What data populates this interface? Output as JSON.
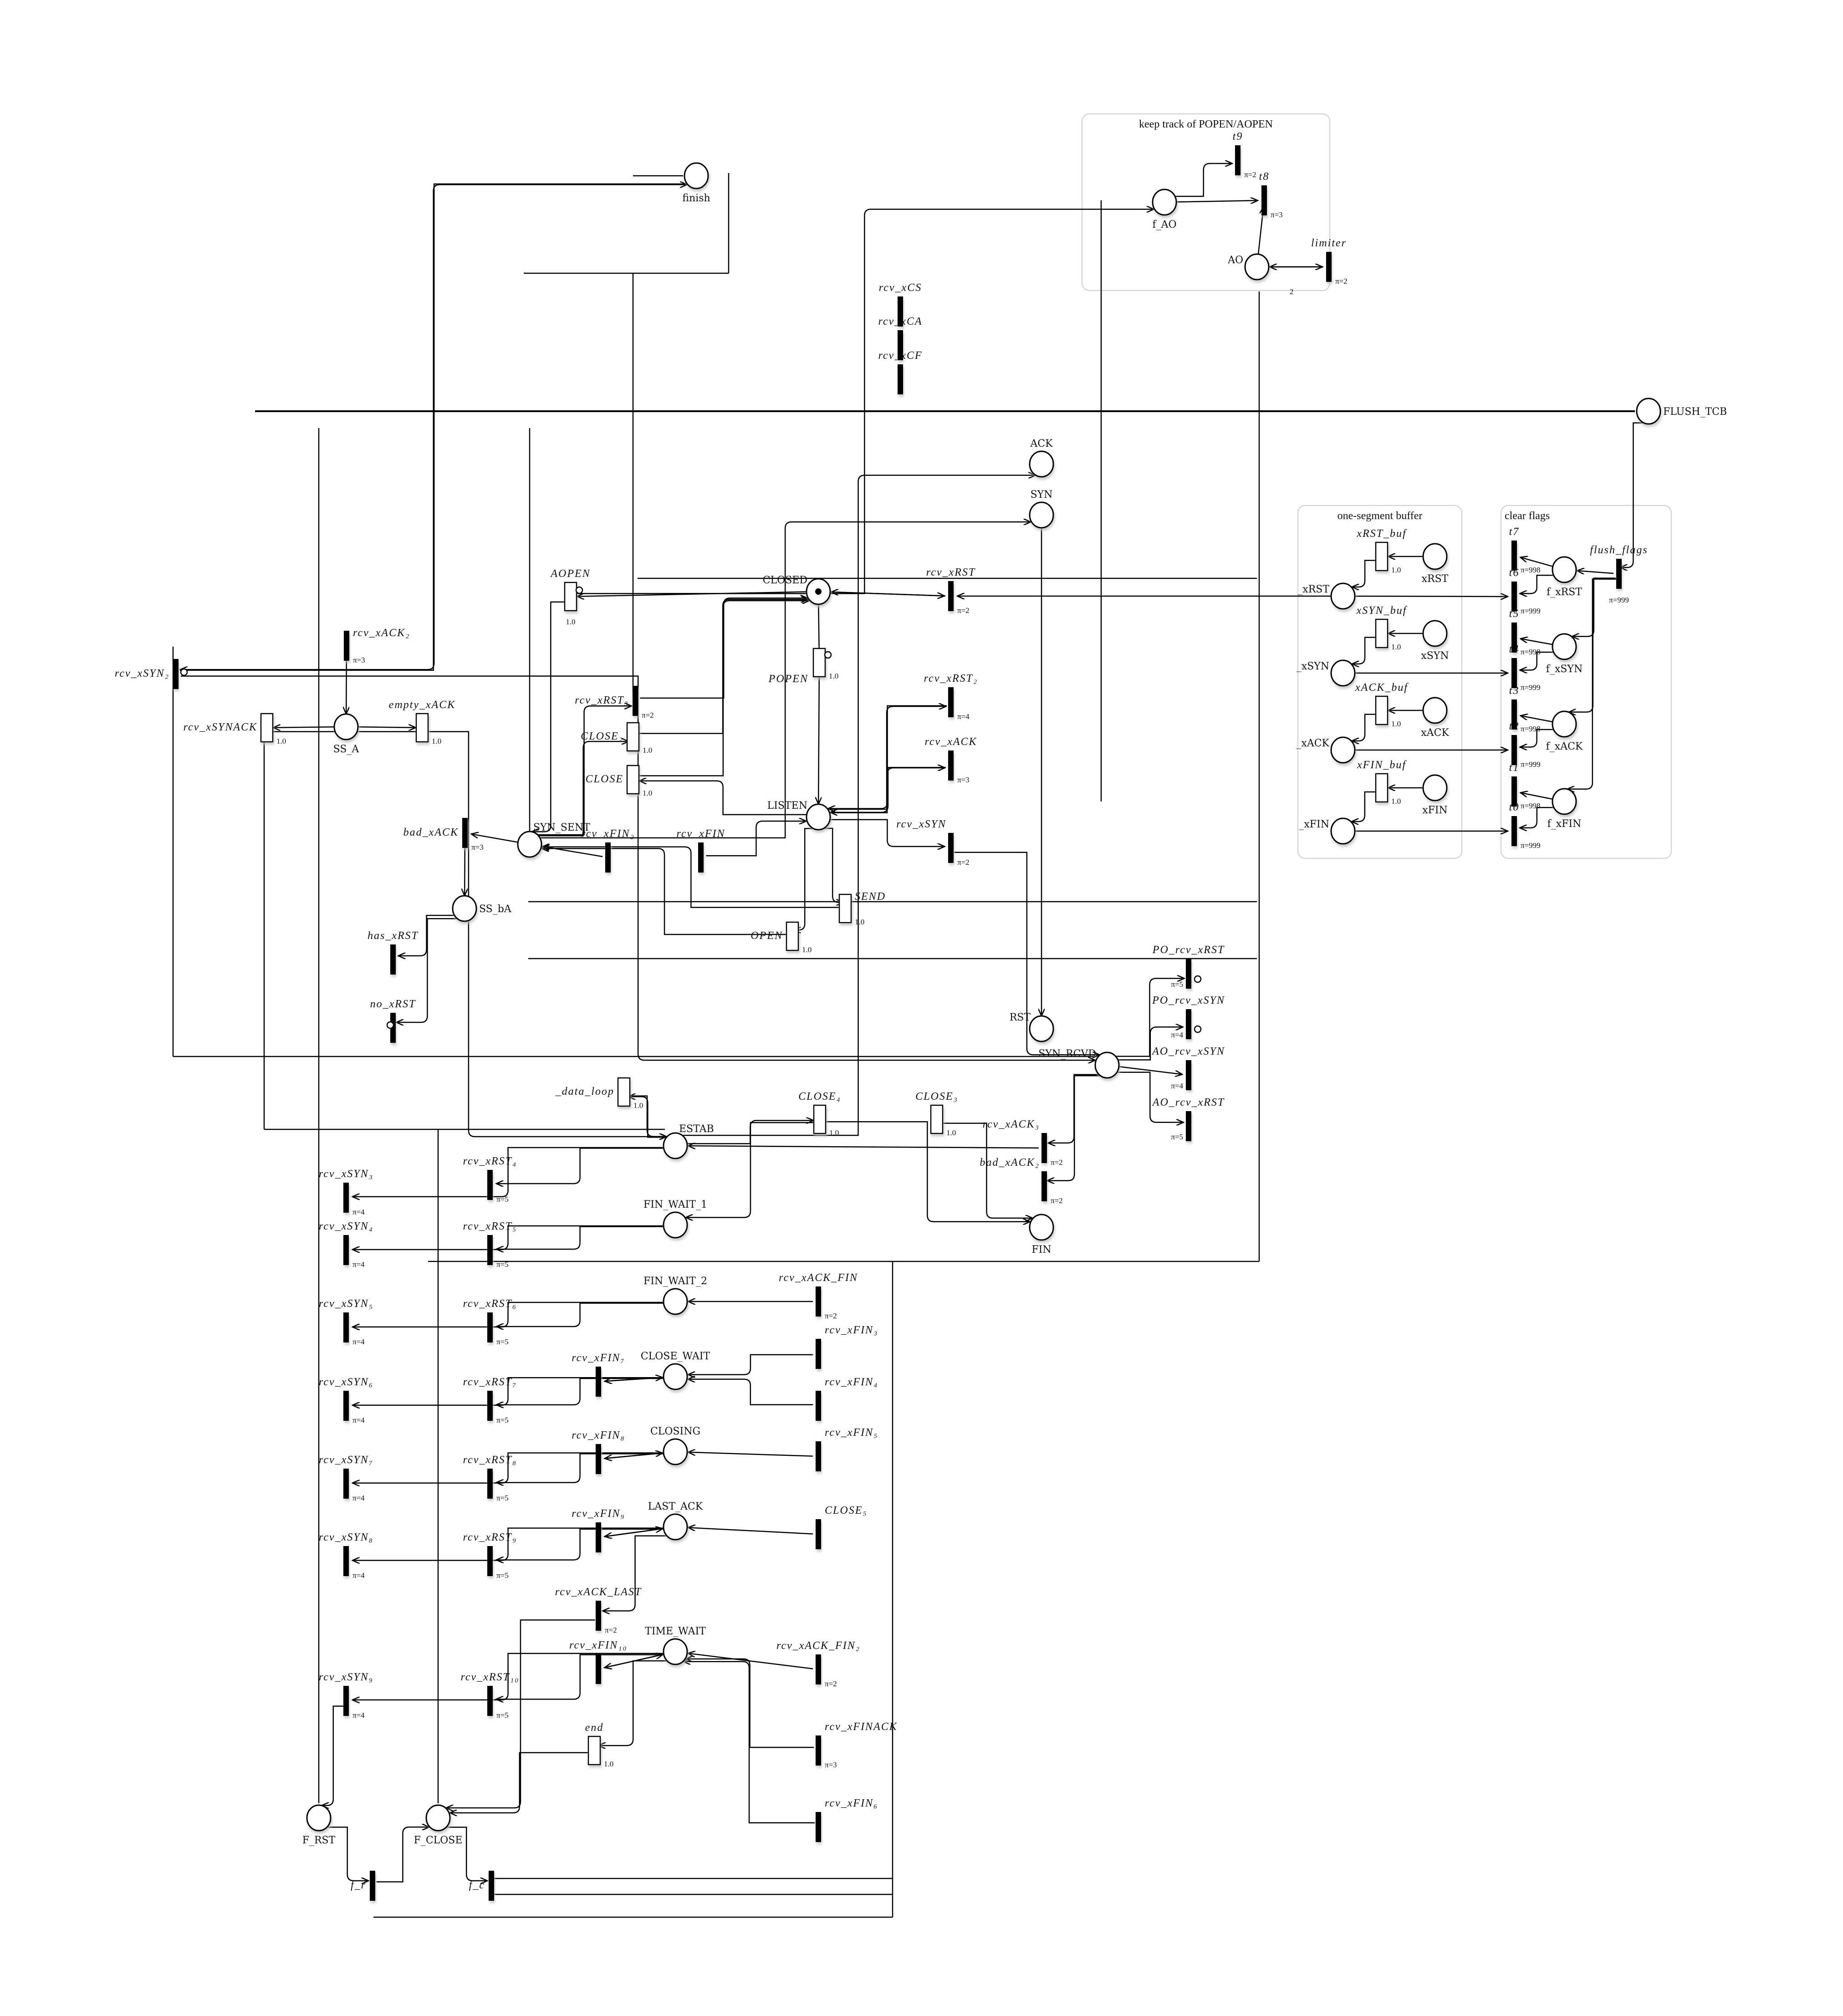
{
  "diagram": {
    "type": "petri-net",
    "subject": "TCP connection state machine",
    "groups": [
      {
        "id": "g_popen",
        "title": "keep track of POPEN/AOPEN"
      },
      {
        "id": "g_buffer",
        "title": "one-segment buffer"
      },
      {
        "id": "g_flags",
        "title": "clear flags"
      }
    ],
    "places": [
      {
        "id": "finish",
        "label": "finish",
        "tokens": 0
      },
      {
        "id": "f_AO",
        "label": "f_AO",
        "tokens": 0
      },
      {
        "id": "AO",
        "label": "AO",
        "tokens": 0
      },
      {
        "id": "FLUSH_TCB",
        "label": "FLUSH_TCB",
        "tokens": 0
      },
      {
        "id": "ACK",
        "label": "ACK",
        "tokens": 0
      },
      {
        "id": "SYN",
        "label": "SYN",
        "tokens": 0
      },
      {
        "id": "CLOSED",
        "label": "CLOSED",
        "tokens": 1
      },
      {
        "id": "LISTEN",
        "label": "LISTEN",
        "tokens": 0
      },
      {
        "id": "SYN_SENT",
        "label": "SYN_SENT",
        "tokens": 0
      },
      {
        "id": "SS_A",
        "label": "SS_A",
        "tokens": 0
      },
      {
        "id": "SS_bA",
        "label": "SS_bA",
        "tokens": 0
      },
      {
        "id": "RST",
        "label": "RST",
        "tokens": 0
      },
      {
        "id": "SYN_RCVD",
        "label": "SYN_RCVD",
        "tokens": 0
      },
      {
        "id": "ESTAB",
        "label": "ESTAB",
        "tokens": 0
      },
      {
        "id": "FIN",
        "label": "FIN",
        "tokens": 0
      },
      {
        "id": "FIN_WAIT_1",
        "label": "FIN_WAIT_1",
        "tokens": 0
      },
      {
        "id": "FIN_WAIT_2",
        "label": "FIN_WAIT_2",
        "tokens": 0
      },
      {
        "id": "CLOSE_WAIT",
        "label": "CLOSE_WAIT",
        "tokens": 0
      },
      {
        "id": "CLOSING",
        "label": "CLOSING",
        "tokens": 0
      },
      {
        "id": "LAST_ACK",
        "label": "LAST_ACK",
        "tokens": 0
      },
      {
        "id": "TIME_WAIT",
        "label": "TIME_WAIT",
        "tokens": 0
      },
      {
        "id": "F_RST",
        "label": "F_RST",
        "tokens": 0
      },
      {
        "id": "F_CLOSE",
        "label": "F_CLOSE",
        "tokens": 0
      },
      {
        "id": "_xRST",
        "label": "_xRST",
        "tokens": 0
      },
      {
        "id": "_xSYN",
        "label": "_xSYN",
        "tokens": 0
      },
      {
        "id": "_xACK",
        "label": "_xACK",
        "tokens": 0
      },
      {
        "id": "_xFIN",
        "label": "_xFIN",
        "tokens": 0
      },
      {
        "id": "xRST",
        "label": "xRST",
        "tokens": 0
      },
      {
        "id": "xSYN",
        "label": "xSYN",
        "tokens": 0
      },
      {
        "id": "xACK",
        "label": "xACK",
        "tokens": 0
      },
      {
        "id": "xFIN",
        "label": "xFIN",
        "tokens": 0
      },
      {
        "id": "f_xRST",
        "label": "f_xRST",
        "tokens": 0
      },
      {
        "id": "f_xSYN",
        "label": "f_xSYN",
        "tokens": 0
      },
      {
        "id": "f_xACK",
        "label": "f_xACK",
        "tokens": 0
      },
      {
        "id": "f_xFIN",
        "label": "f_xFIN",
        "tokens": 0
      }
    ],
    "transitions": [
      {
        "id": "t9",
        "label": "t9",
        "kind": "immediate",
        "priority": "π=2"
      },
      {
        "id": "t8",
        "label": "t8",
        "kind": "immediate",
        "priority": "π=3"
      },
      {
        "id": "limiter",
        "label": "limiter",
        "kind": "immediate",
        "priority": "π=2"
      },
      {
        "id": "rcv_xCS",
        "label": "rcv_xCS",
        "kind": "immediate",
        "priority": ""
      },
      {
        "id": "rcv_xCA",
        "label": "rcv_xCA",
        "kind": "immediate",
        "priority": ""
      },
      {
        "id": "rcv_xCF",
        "label": "rcv_xCF",
        "kind": "immediate",
        "priority": ""
      },
      {
        "id": "AOPEN",
        "label": "AOPEN",
        "kind": "timed",
        "rate": "1.0"
      },
      {
        "id": "POPEN",
        "label": "POPEN",
        "kind": "timed",
        "rate": "1.0"
      },
      {
        "id": "rcv_xRST",
        "label": "rcv_xRST",
        "kind": "immediate",
        "priority": "π=2"
      },
      {
        "id": "rcv_xRST2",
        "label": "rcv_xRST₂",
        "kind": "immediate",
        "priority": "π=4"
      },
      {
        "id": "rcv_xRST3",
        "label": "rcv_xRST₃",
        "kind": "immediate",
        "priority": "π=2"
      },
      {
        "id": "rcv_xACK",
        "label": "rcv_xACK",
        "kind": "immediate",
        "priority": "π=3"
      },
      {
        "id": "rcv_xACK2",
        "label": "rcv_xACK₂",
        "kind": "immediate",
        "priority": "π=3"
      },
      {
        "id": "rcv_xSYN",
        "label": "rcv_xSYN",
        "kind": "immediate",
        "priority": "π=2"
      },
      {
        "id": "rcv_xSYN2",
        "label": "rcv_xSYN₂",
        "kind": "immediate",
        "priority": ""
      },
      {
        "id": "rcv_xSYNACK",
        "label": "rcv_xSYNACK",
        "kind": "timed",
        "rate": "1.0"
      },
      {
        "id": "empty_xACK",
        "label": "empty_xACK",
        "kind": "timed",
        "rate": "1.0"
      },
      {
        "id": "CLOSE2",
        "label": "CLOSE₂",
        "kind": "timed",
        "rate": "1.0"
      },
      {
        "id": "CLOSE",
        "label": "CLOSE",
        "kind": "timed",
        "rate": "1.0"
      },
      {
        "id": "bad_xACK",
        "label": "bad_xACK",
        "kind": "immediate",
        "priority": "π=3"
      },
      {
        "id": "rcv_xFIN2",
        "label": "rcv_xFIN₂",
        "kind": "immediate",
        "priority": ""
      },
      {
        "id": "rcv_xFIN",
        "label": "rcv_xFIN",
        "kind": "immediate",
        "priority": ""
      },
      {
        "id": "SEND",
        "label": "SEND",
        "kind": "timed",
        "rate": "1.0"
      },
      {
        "id": "OPEN",
        "label": "OPEN",
        "kind": "timed",
        "rate": "1.0"
      },
      {
        "id": "has_xRST",
        "label": "has_xRST",
        "kind": "immediate",
        "priority": ""
      },
      {
        "id": "no_xRST",
        "label": "no_xRST",
        "kind": "immediate",
        "priority": ""
      },
      {
        "id": "PO_rcv_xRST",
        "label": "PO_rcv_xRST",
        "kind": "immediate",
        "priority": "π=5"
      },
      {
        "id": "PO_rcv_xSYN",
        "label": "PO_rcv_xSYN",
        "kind": "immediate",
        "priority": "π=4"
      },
      {
        "id": "AO_rcv_xSYN",
        "label": "AO_rcv_xSYN",
        "kind": "immediate",
        "priority": "π=4"
      },
      {
        "id": "AO_rcv_xRST",
        "label": "AO_rcv_xRST",
        "kind": "immediate",
        "priority": "π=5"
      },
      {
        "id": "rcv_xACK3",
        "label": "rcv_xACK₃",
        "kind": "immediate",
        "priority": "π=2"
      },
      {
        "id": "bad_xACK2",
        "label": "bad_xACK₂",
        "kind": "immediate",
        "priority": "π=2"
      },
      {
        "id": "_data_loop",
        "label": "_data_loop",
        "kind": "timed",
        "rate": "1.0"
      },
      {
        "id": "CLOSE4",
        "label": "CLOSE₄",
        "kind": "timed",
        "rate": "1.0"
      },
      {
        "id": "CLOSE3",
        "label": "CLOSE₃",
        "kind": "timed",
        "rate": "1.0"
      },
      {
        "id": "rcv_xSYN3",
        "label": "rcv_xSYN₃",
        "kind": "immediate",
        "priority": "π=4"
      },
      {
        "id": "rcv_xSYN4",
        "label": "rcv_xSYN₄",
        "kind": "immediate",
        "priority": "π=4"
      },
      {
        "id": "rcv_xSYN5",
        "label": "rcv_xSYN₅",
        "kind": "immediate",
        "priority": "π=4"
      },
      {
        "id": "rcv_xSYN6",
        "label": "rcv_xSYN₆",
        "kind": "immediate",
        "priority": "π=4"
      },
      {
        "id": "rcv_xSYN7",
        "label": "rcv_xSYN₇",
        "kind": "immediate",
        "priority": "π=4"
      },
      {
        "id": "rcv_xSYN8",
        "label": "rcv_xSYN₈",
        "kind": "immediate",
        "priority": "π=4"
      },
      {
        "id": "rcv_xSYN9",
        "label": "rcv_xSYN₉",
        "kind": "immediate",
        "priority": "π=4"
      },
      {
        "id": "rcv_xRST4",
        "label": "rcv_xRST₄",
        "kind": "immediate",
        "priority": "π=5"
      },
      {
        "id": "rcv_xRST5",
        "label": "rcv_xRST₅",
        "kind": "immediate",
        "priority": "π=5"
      },
      {
        "id": "rcv_xRST6",
        "label": "rcv_xRST₆",
        "kind": "immediate",
        "priority": "π=5"
      },
      {
        "id": "rcv_xRST7",
        "label": "rcv_xRST₇",
        "kind": "immediate",
        "priority": "π=5"
      },
      {
        "id": "rcv_xRST8",
        "label": "rcv_xRST₈",
        "kind": "immediate",
        "priority": "π=5"
      },
      {
        "id": "rcv_xRST9",
        "label": "rcv_xRST₉",
        "kind": "immediate",
        "priority": "π=5"
      },
      {
        "id": "rcv_xRST10",
        "label": "rcv_xRST₁₀",
        "kind": "immediate",
        "priority": "π=5"
      },
      {
        "id": "rcv_xACK_FIN",
        "label": "rcv_xACK_FIN",
        "kind": "immediate",
        "priority": "π=2"
      },
      {
        "id": "rcv_xFIN3",
        "label": "rcv_xFIN₃",
        "kind": "immediate",
        "priority": ""
      },
      {
        "id": "rcv_xFIN4",
        "label": "rcv_xFIN₄",
        "kind": "immediate",
        "priority": ""
      },
      {
        "id": "rcv_xFIN5",
        "label": "rcv_xFIN₅",
        "kind": "immediate",
        "priority": ""
      },
      {
        "id": "rcv_xFIN6",
        "label": "rcv_xFIN₆",
        "kind": "immediate",
        "priority": ""
      },
      {
        "id": "rcv_xFIN7",
        "label": "rcv_xFIN₇",
        "kind": "immediate",
        "priority": ""
      },
      {
        "id": "rcv_xFIN8",
        "label": "rcv_xFIN₈",
        "kind": "immediate",
        "priority": ""
      },
      {
        "id": "rcv_xFIN9",
        "label": "rcv_xFIN₉",
        "kind": "immediate",
        "priority": ""
      },
      {
        "id": "rcv_xFIN10",
        "label": "rcv_xFIN₁₀",
        "kind": "immediate",
        "priority": ""
      },
      {
        "id": "CLOSE5",
        "label": "CLOSE₅",
        "kind": "immediate",
        "priority": ""
      },
      {
        "id": "rcv_xACK_LAST",
        "label": "rcv_xACK_LAST",
        "kind": "immediate",
        "priority": "π=2"
      },
      {
        "id": "rcv_xACK_FIN2",
        "label": "rcv_xACK_FIN₂",
        "kind": "immediate",
        "priority": "π=2"
      },
      {
        "id": "rcv_xFINACK",
        "label": "rcv_xFINACK",
        "kind": "immediate",
        "priority": "π=3"
      },
      {
        "id": "end",
        "label": "end",
        "kind": "timed",
        "rate": "1.0"
      },
      {
        "id": "f_r",
        "label": "f_r",
        "kind": "immediate",
        "priority": ""
      },
      {
        "id": "f_c",
        "label": "f_c",
        "kind": "immediate",
        "priority": ""
      },
      {
        "id": "xRST_buf",
        "label": "xRST_buf",
        "kind": "timed",
        "rate": "1.0"
      },
      {
        "id": "xSYN_buf",
        "label": "xSYN_buf",
        "kind": "timed",
        "rate": "1.0"
      },
      {
        "id": "xACK_buf",
        "label": "xACK_buf",
        "kind": "timed",
        "rate": "1.0"
      },
      {
        "id": "xFIN_buf",
        "label": "xFIN_buf",
        "kind": "timed",
        "rate": "1.0"
      },
      {
        "id": "flush_flags",
        "label": "flush_flags",
        "kind": "immediate",
        "priority": "π=999"
      },
      {
        "id": "t7",
        "label": "t7",
        "kind": "immediate",
        "priority": "π=998"
      },
      {
        "id": "t6",
        "label": "t6",
        "kind": "immediate",
        "priority": "π=999"
      },
      {
        "id": "t5",
        "label": "t5",
        "kind": "immediate",
        "priority": "π=998"
      },
      {
        "id": "t4",
        "label": "t4",
        "kind": "immediate",
        "priority": "π=999"
      },
      {
        "id": "t3",
        "label": "t3",
        "kind": "immediate",
        "priority": "π=998"
      },
      {
        "id": "t2",
        "label": "t2",
        "kind": "immediate",
        "priority": "π=999"
      },
      {
        "id": "t1",
        "label": "t1",
        "kind": "immediate",
        "priority": "π=998"
      },
      {
        "id": "t0",
        "label": "t0",
        "kind": "immediate",
        "priority": "π=999"
      }
    ],
    "arc_weight_labels": [
      {
        "arc": "AO->limiter",
        "weight": "2"
      }
    ]
  }
}
